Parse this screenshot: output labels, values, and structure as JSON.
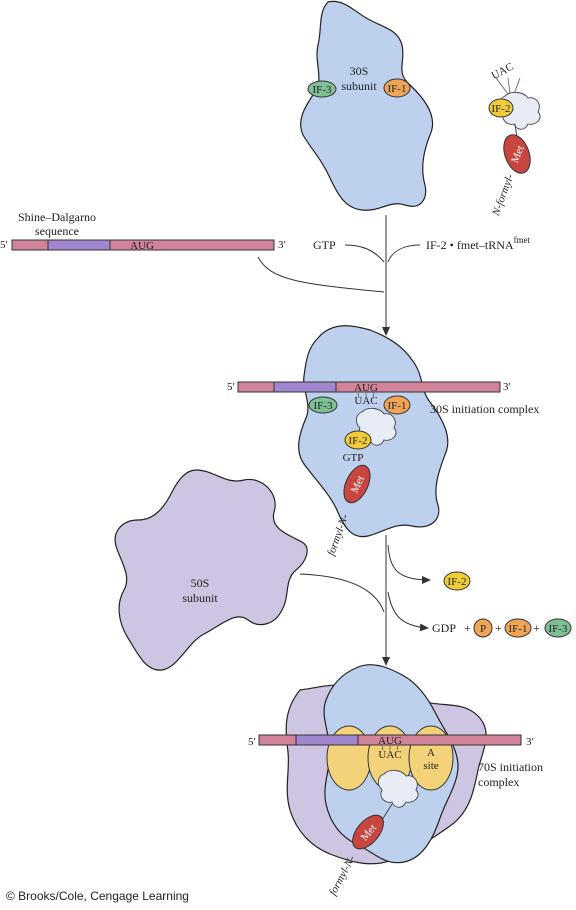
{
  "labels": {
    "s30": "30S",
    "subunit": "subunit",
    "if1": "IF-1",
    "if2": "IF-2",
    "if3": "IF-3",
    "uac": "UAC",
    "met": "Met",
    "n_formyl": "N-formyl-",
    "formyl_n": "formyl-N-",
    "shine_line1": "Shine–Dalgarno",
    "shine_line2": "sequence",
    "five_prime": "5′",
    "three_prime": "3′",
    "aug": "AUG",
    "gtp": "GTP",
    "if2_fmet_prefix": "IF-2 • fmet–tRNA",
    "if2_fmet_sup": "fmet",
    "complex30_label": "30S initiation complex",
    "s50": "50S",
    "gdp": "GDP",
    "p": "P",
    "plus": "+",
    "a_site_line1": "A",
    "a_site_line2": "site",
    "complex70_line1": "70S initiation",
    "complex70_line2": "complex"
  },
  "credit": "© Brooks/Cole, Cengage Learning",
  "colors": {
    "subunit30": "#bdd1ef",
    "subunit50": "#cdc5e2",
    "mrna": "#d18399",
    "shine_dalgarno": "#9f86cf",
    "if1": "#f0a455",
    "if2": "#f1cc38",
    "if3": "#7fbf95",
    "met": "#c8463f",
    "trna": "#e8edf5",
    "site": "#f3d27a",
    "phosphate": "#f0a455"
  }
}
